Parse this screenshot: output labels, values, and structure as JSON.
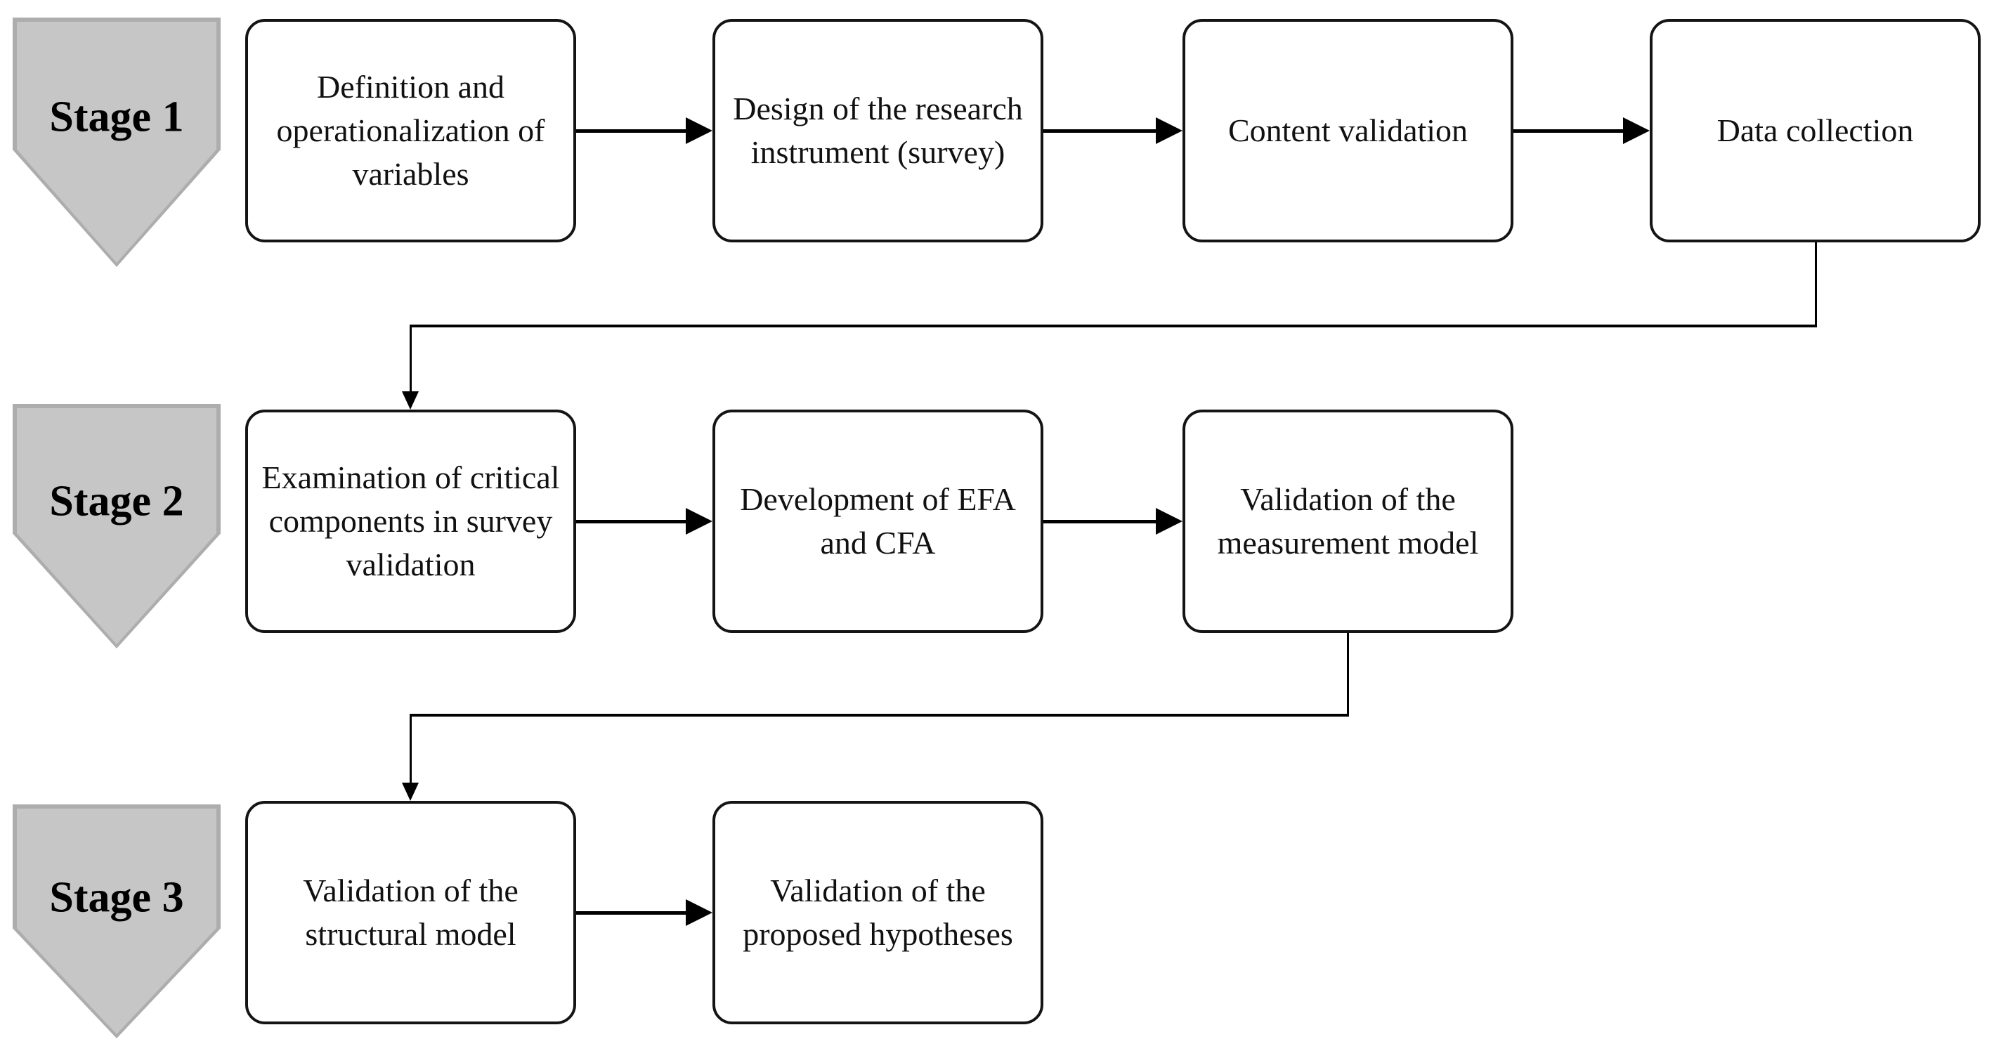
{
  "stages": [
    {
      "label": "Stage 1",
      "boxes": [
        "Definition and operationalization of variables",
        "Design of the research instrument (survey)",
        "Content validation",
        "Data collection"
      ]
    },
    {
      "label": "Stage 2",
      "boxes": [
        "Examination of critical components in survey validation",
        "Development of EFA and CFA",
        "Validation of the measurement model"
      ]
    },
    {
      "label": "Stage 3",
      "boxes": [
        "Validation of the structural model",
        "Validation of the proposed hypotheses"
      ]
    }
  ],
  "colors": {
    "background": "#ffffff",
    "stage_fill": "#c6c6c6",
    "stage_edge": "#adadad",
    "box_fill": "#ffffff",
    "box_border": "#141414",
    "connector": "#000000",
    "text": "#111111"
  }
}
